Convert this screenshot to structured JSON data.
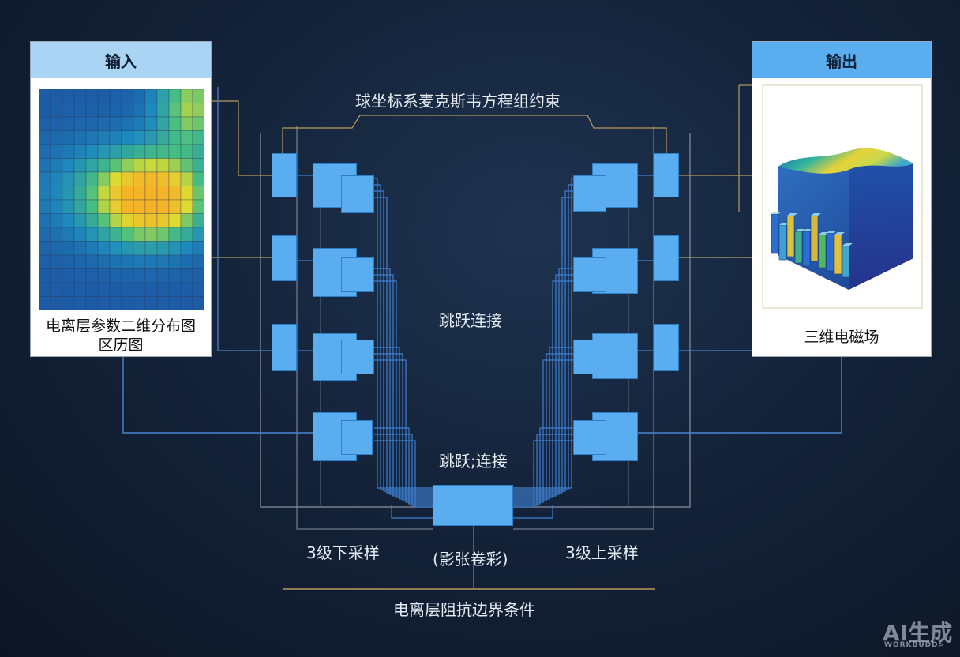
{
  "input_panel": {
    "header": "输入",
    "caption_line1": "电离层参数二维分布图",
    "caption_line2": "区历图"
  },
  "output_panel": {
    "header": "输出",
    "caption": "三维电磁场"
  },
  "labels": {
    "top_constraint": "球坐标系麦克斯韦方程组约束",
    "skip_connection_1": "跳跃连接",
    "skip_connection_2": "跳跃;连接",
    "downsample": "3级下采样",
    "upsample": "3级上采样",
    "bottleneck": "(影张卷彩)",
    "boundary_condition": "电离层阻抗边界条件"
  },
  "watermark": {
    "main": "AI生成",
    "sub": "WORKBUDD>_"
  },
  "colors": {
    "block_fill": "#5aaef0",
    "block_border": "#2f7fc8",
    "wire_blue": "#3f7fd0",
    "wire_gold": "#b89a5c",
    "header_blue": "#5aaef0",
    "header_light": "#a9d4f3"
  },
  "heatmap": {
    "rows": 16,
    "cols": 14
  }
}
